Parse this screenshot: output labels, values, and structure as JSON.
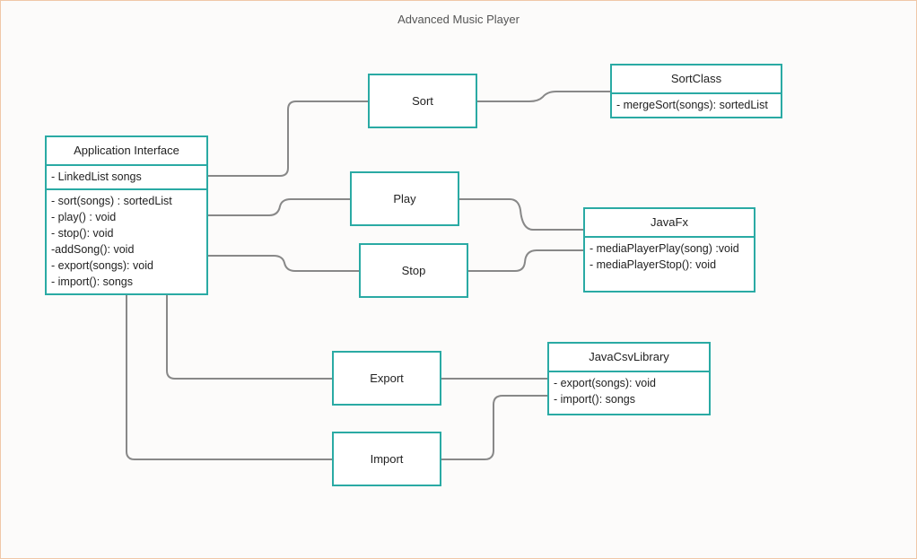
{
  "title": "Advanced Music Player",
  "colors": {
    "border": "#2aaaa4",
    "connector": "#888888",
    "frame": "#f0c8a8"
  },
  "app_interface": {
    "name": "Application Interface",
    "attributes": [
      "- LinkedList songs"
    ],
    "methods": [
      "- sort(songs) : sortedList",
      "- play() : void",
      "- stop(): void",
      "-addSong(): void",
      "- export(songs): void",
      "- import(): songs"
    ]
  },
  "actions": {
    "sort": "Sort",
    "play": "Play",
    "stop": "Stop",
    "export": "Export",
    "import": "Import"
  },
  "sort_class": {
    "name": "SortClass",
    "methods": [
      "- mergeSort(songs): sortedList"
    ]
  },
  "javafx": {
    "name": "JavaFx",
    "methods": [
      "- mediaPlayerPlay(song) :void",
      "- mediaPlayerStop(): void"
    ]
  },
  "csv_library": {
    "name": "JavaCsvLibrary",
    "methods": [
      "- export(songs): void",
      "- import(): songs"
    ]
  }
}
